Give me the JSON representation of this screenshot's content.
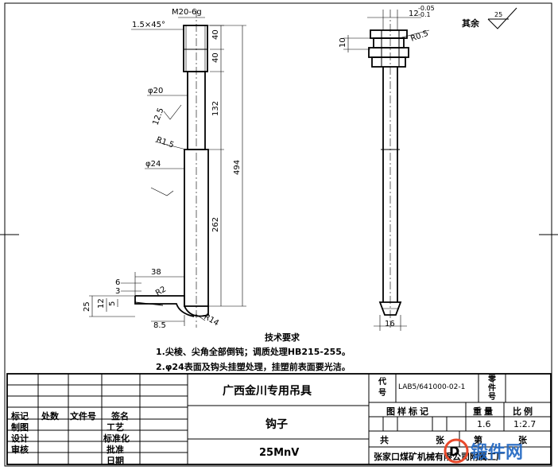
{
  "title_block": {
    "company": "广西金川专用吊具",
    "part_name": "钩子",
    "material": "25MnV",
    "code_label": "代号",
    "code_value": "LAB5/641000-02-1",
    "part_no_label": "零件号",
    "drawing_mark_label": "图样标记",
    "weight_label": "重量",
    "scale_label": "比例",
    "weight_value": "1.6",
    "scale_value": "1:2.7",
    "total_label": "共",
    "sheets_label": "张",
    "sheet_label": "第",
    "sheet_label2": "张",
    "manufacturer": "张家口煤矿机械有限公司附属工厂",
    "rev_headers": [
      "标记",
      "处数",
      "文件号",
      "签名"
    ],
    "roles_left": [
      "制图",
      "设计",
      "审核"
    ],
    "roles_right": [
      "工艺",
      "标准化",
      "批准",
      "日期"
    ]
  },
  "notes": {
    "heading": "技术要求",
    "items": [
      "1.尖棱、尖角全部倒钝；调质处理HB215-255。",
      "2.φ24表面及钩头挂塑处理，挂塑前表面要光洁。"
    ]
  },
  "roughness": {
    "others_label": "其余",
    "others_value": "25",
    "shank_value": "12.5"
  },
  "dimensions": {
    "thread": "M20-6g",
    "chamfer": "1.5×45°",
    "d1": "φ20",
    "d2": "φ24",
    "radius": "R1.5",
    "len_40a": "40",
    "len_40b": "40",
    "len_132": "132",
    "len_494": "494",
    "len_262": "262",
    "hook_38": "38",
    "hook_6": "6",
    "hook_3": "3",
    "hook_25": "25",
    "hook_12": "12",
    "hook_5": "5",
    "hook_r2": "R2",
    "hook_r14": "R14",
    "hook_85": "8.5",
    "side_12": "12",
    "side_tol_up": "-0.05",
    "side_tol_dn": "-0.1",
    "side_10": "10",
    "side_r05": "R0.5",
    "side_16": "16"
  },
  "watermark": "锻件网"
}
